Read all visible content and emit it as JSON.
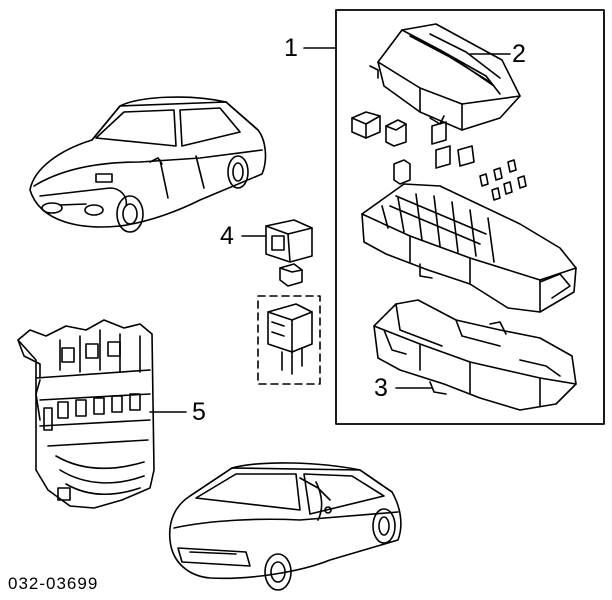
{
  "callouts": {
    "c1": "1",
    "c2": "2",
    "c3": "3",
    "c4": "4",
    "c5": "5"
  },
  "diagram_code": "032-03699",
  "colors": {
    "ink": "#000000",
    "paper": "#ffffff"
  }
}
